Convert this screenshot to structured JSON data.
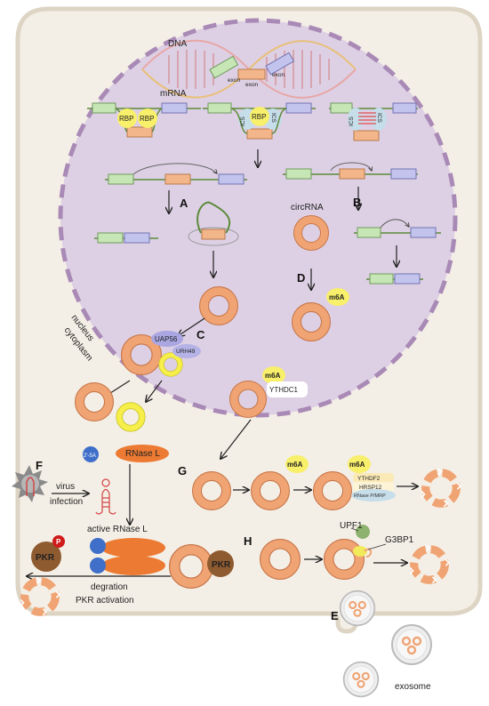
{
  "labels": {
    "dna": "DNA",
    "exon_left": "exon",
    "exon_mid": "exon",
    "exon_right": "exon",
    "mrna": "mRNA",
    "rbp_1a": "RBP",
    "rbp_1b": "RBP",
    "rbp_2": "RBP",
    "ics_2a": "ICS",
    "ics_2b": "ICS",
    "ics_3a": "ICS",
    "ics_3b": "ICS",
    "panel_a": "A",
    "panel_b": "B",
    "panel_c": "C",
    "panel_d": "D",
    "panel_e": "E",
    "panel_f": "F",
    "panel_g": "G",
    "panel_h": "H",
    "circrna": "circRNA",
    "m6a_d": "m6A",
    "m6a_ythdc1": "m6A",
    "ythdc1": "YTHDC1",
    "uap56": "UAP56",
    "urh49": "URH49",
    "nucleus": "nucleus",
    "cytoplasm": "cytoplasm",
    "two_five_a": "2'-5A",
    "rnase_l": "RNase L",
    "virus": "virus",
    "infection": "infection",
    "active_rnase_l": "active RNase L",
    "pkr_left": "PKR",
    "p": "P",
    "pkr_right": "PKR",
    "degration": "degration",
    "pkr_activation": "PKR activation",
    "m6a_g1": "m6A",
    "m6a_g2": "m6A",
    "ythdf2": "YTHDF2",
    "hrsp12": "HRSP12",
    "rnase_pmrp": "RNase P/MRP",
    "upf1": "UPF1",
    "g3bp1": "G3BP1",
    "exosome": "exosome"
  },
  "colors": {
    "cell_fill": "#f4efe6",
    "cell_border": "#ddd4c4",
    "nucleus_fill": "#ddd0e4",
    "nucleus_border": "#a98ab6",
    "circ_fill": "#f0a474",
    "circ_stroke": "#c8774a",
    "exon_green": "#c7e6b5",
    "exon_orange": "#f3b58a",
    "exon_purple": "#c3c4ee",
    "rbp_yellow": "#f8ef6a",
    "ics_blue": "#c6ddea",
    "uap56_purple": "#a9a6e2",
    "rnase_orange": "#ec7a32",
    "two_five_a_blue": "#3f6fc9",
    "pkr_brown": "#8e5a2f",
    "p_red": "#d01a1a",
    "virus_gray": "#8a8a8a",
    "upf1_green": "#8db26f",
    "g3bp1_yellow": "#f1ea5b"
  }
}
